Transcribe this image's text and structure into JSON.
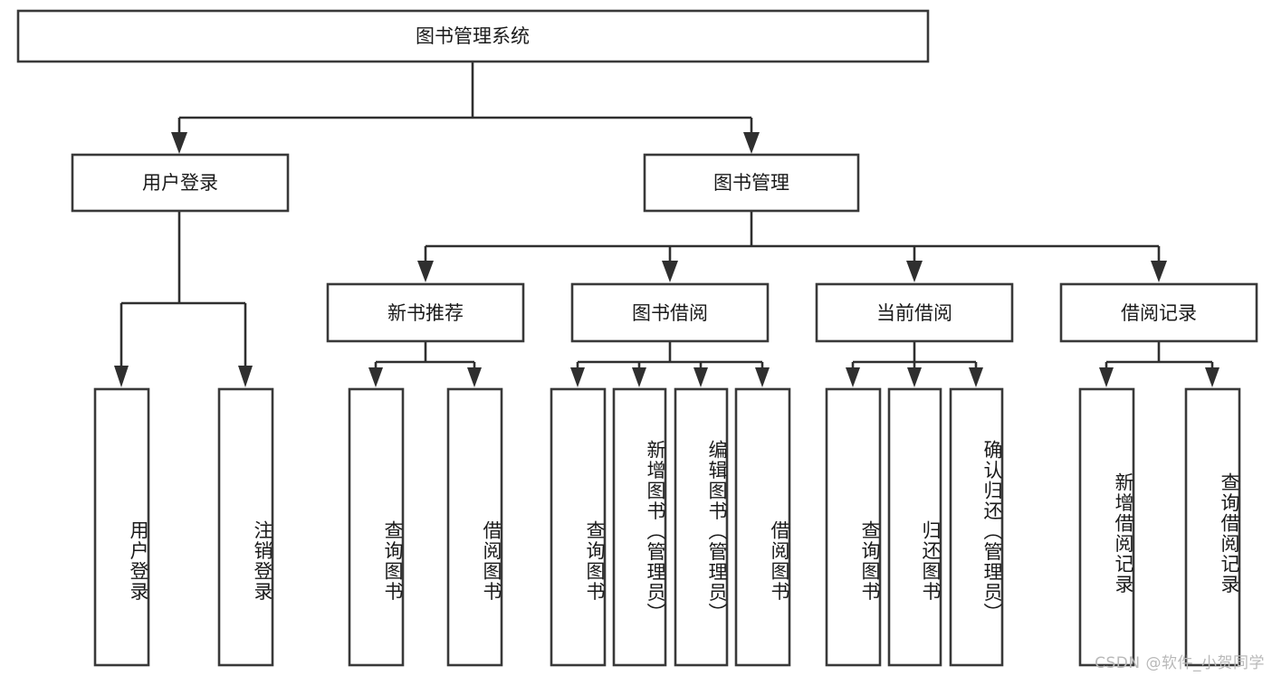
{
  "diagram": {
    "type": "tree",
    "title": "图书管理系统",
    "watermark": "CSDN @软件_小贺同学",
    "colors": {
      "stroke": "#393939",
      "line": "#2f2f2f",
      "fill": "#ffffff",
      "text": "#1a1a1a",
      "watermark": "#b9b9b9",
      "background": "#ffffff"
    },
    "root": {
      "id": "root",
      "label": "图书管理系统"
    },
    "level1": [
      {
        "id": "user-login",
        "label": "用户登录"
      },
      {
        "id": "book-manage",
        "label": "图书管理"
      }
    ],
    "level2": [
      {
        "id": "new-book-recommend",
        "label": "新书推荐",
        "parent": "book-manage"
      },
      {
        "id": "book-borrow",
        "label": "图书借阅",
        "parent": "book-manage"
      },
      {
        "id": "current-borrow",
        "label": "当前借阅",
        "parent": "book-manage"
      },
      {
        "id": "borrow-record",
        "label": "借阅记录",
        "parent": "book-manage"
      }
    ],
    "leaves": [
      {
        "id": "leaf-user-login",
        "label": "用户登录",
        "parent": "user-login"
      },
      {
        "id": "leaf-user-logout",
        "label": "注销登录",
        "parent": "user-login"
      },
      {
        "id": "leaf-query-book-1",
        "label": "查询图书",
        "parent": "new-book-recommend"
      },
      {
        "id": "leaf-borrow-book-1",
        "label": "借阅图书",
        "parent": "new-book-recommend"
      },
      {
        "id": "leaf-query-book-2",
        "label": "查询图书",
        "parent": "book-borrow"
      },
      {
        "id": "leaf-add-book",
        "label": "新增图书（管理员）",
        "parent": "book-borrow"
      },
      {
        "id": "leaf-edit-book",
        "label": "编辑图书（管理员）",
        "parent": "book-borrow"
      },
      {
        "id": "leaf-borrow-book-2",
        "label": "借阅图书",
        "parent": "book-borrow"
      },
      {
        "id": "leaf-query-book-3",
        "label": "查询图书",
        "parent": "current-borrow"
      },
      {
        "id": "leaf-return-book",
        "label": "归还图书",
        "parent": "current-borrow"
      },
      {
        "id": "leaf-confirm-return",
        "label": "确认归还（管理员）",
        "parent": "current-borrow"
      },
      {
        "id": "leaf-add-record",
        "label": "新增借阅记录",
        "parent": "borrow-record"
      },
      {
        "id": "leaf-query-record",
        "label": "查询借阅记录",
        "parent": "borrow-record"
      }
    ]
  }
}
